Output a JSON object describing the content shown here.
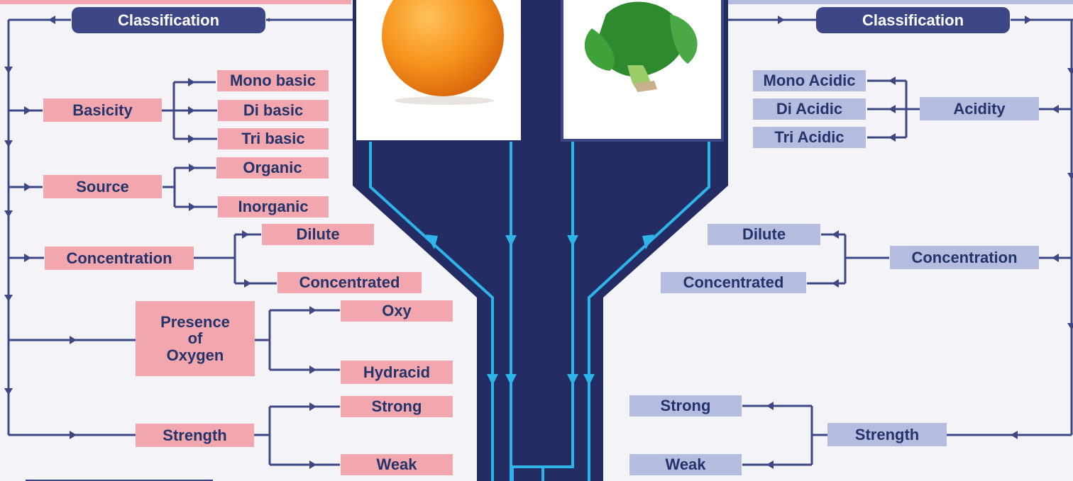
{
  "left": {
    "classification_label": "Classification",
    "basicity": {
      "label": "Basicity",
      "items": [
        "Mono basic",
        "Di basic",
        "Tri basic"
      ]
    },
    "source": {
      "label": "Source",
      "items": [
        "Organic",
        "Inorganic"
      ]
    },
    "concentration": {
      "label": "Concentration",
      "items": [
        "Dilute",
        "Concentrated"
      ]
    },
    "oxygen": {
      "label_lines": [
        "Presence",
        "of",
        "Oxygen"
      ],
      "items": [
        "Oxy",
        "Hydracid"
      ]
    },
    "strength": {
      "label": "Strength",
      "items": [
        "Strong",
        "Weak"
      ]
    }
  },
  "right": {
    "classification_label": "Classification",
    "acidity": {
      "label": "Acidity",
      "items": [
        "Mono Acidic",
        "Di Acidic",
        "Tri Acidic"
      ]
    },
    "concentration": {
      "label": "Concentration",
      "items": [
        "Dilute",
        "Concentrated"
      ]
    },
    "strength": {
      "label": "Strength",
      "items": [
        "Strong",
        "Weak"
      ]
    }
  },
  "images": {
    "left": "orange-icon",
    "right": "spinach-icon"
  },
  "colors": {
    "navy": "#242d63",
    "connector": "#3d4785",
    "cyan": "#2fb4ea",
    "left_box": "#f2a7ae",
    "right_box": "#b4bde0"
  }
}
